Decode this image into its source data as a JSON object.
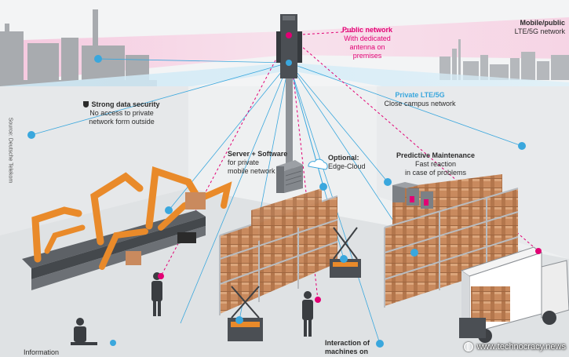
{
  "labels": {
    "public_network": {
      "title": "Public network",
      "lines": [
        "With dedicated",
        "antenna on",
        "premises"
      ]
    },
    "mobile_public": {
      "title": "Mobile/public",
      "sub": "LTE/5G network"
    },
    "private_lte": {
      "title": "Private LTE/5G",
      "sub": "Close campus network"
    },
    "data_security": {
      "title": "Strong data security",
      "lines": [
        "No access to private",
        "network form outside"
      ]
    },
    "server_software": {
      "title": "Server + Software",
      "lines": [
        "for private",
        "mobile network"
      ]
    },
    "edge_cloud": {
      "title": "Optional:",
      "sub": "Edge-Cloud"
    },
    "predictive": {
      "title": "Predictive Maintenance",
      "lines": [
        "Fast reaction",
        "in case of problems"
      ]
    },
    "interaction": {
      "title": "Interaction of",
      "sub": "machines on"
    },
    "information": {
      "title": "Information"
    },
    "source": "Source: Deutsche Telekom"
  },
  "watermark": {
    "text": "www.technocracy.news",
    "icon": "globe-icon"
  },
  "colors": {
    "magenta": "#e20074",
    "light_blue": "#3aa7dd",
    "robot_orange": "#e98a2a",
    "box_tan": "#c98a5e",
    "gray": "#9a9ea3"
  }
}
